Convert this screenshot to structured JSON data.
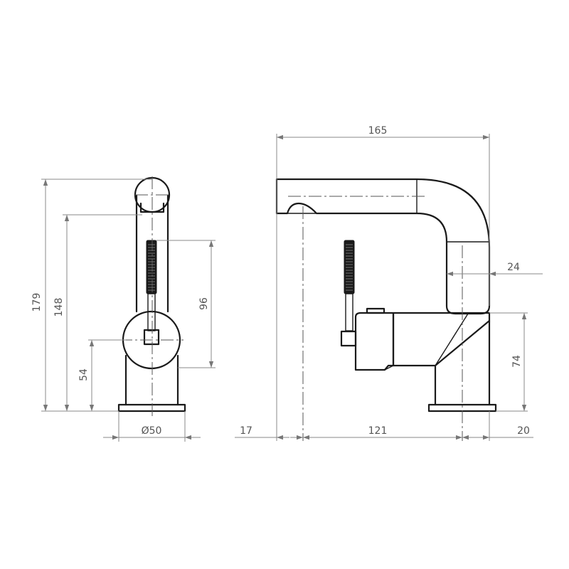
{
  "dimensions": {
    "overall_height": "179",
    "spout_height": "148",
    "lever_height": "96",
    "body_height": "54",
    "base_diameter": "Ø50",
    "overall_length": "165",
    "spout_wall": "24",
    "body_side_height": "74",
    "outlet_offset": "17",
    "reach": "121",
    "base_offset": "20"
  }
}
